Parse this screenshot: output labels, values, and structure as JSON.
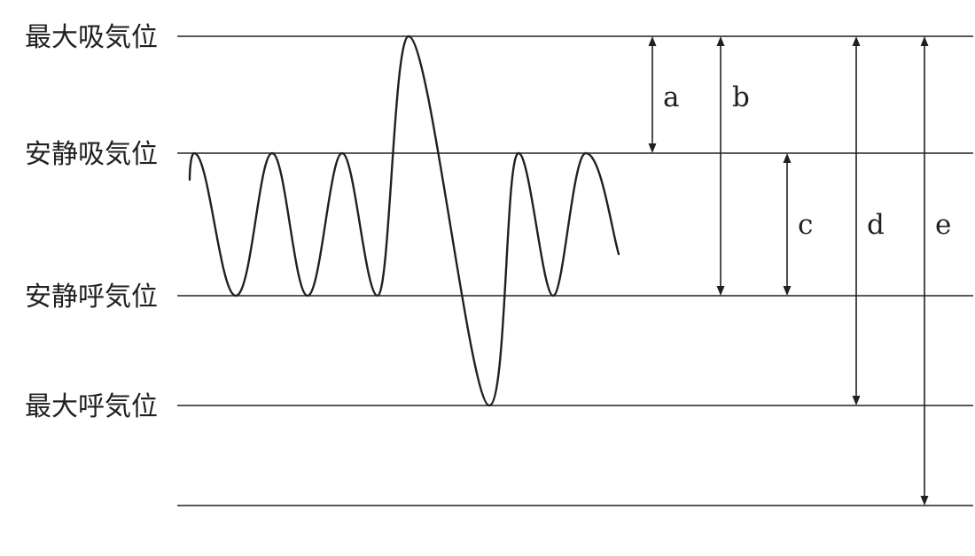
{
  "levels": [
    {
      "id": "max-inspiratory",
      "label": "最大吸気位"
    },
    {
      "id": "resting-inspiratory",
      "label": "安静吸気位"
    },
    {
      "id": "resting-expiratory",
      "label": "安静呼気位"
    },
    {
      "id": "max-expiratory",
      "label": "最大呼気位"
    },
    {
      "id": "zero",
      "label": ""
    }
  ],
  "arrows": [
    {
      "label": "a",
      "from": "max-inspiratory",
      "to": "resting-inspiratory"
    },
    {
      "label": "b",
      "from": "max-inspiratory",
      "to": "resting-expiratory"
    },
    {
      "label": "c",
      "from": "resting-inspiratory",
      "to": "resting-expiratory"
    },
    {
      "label": "d",
      "from": "max-inspiratory",
      "to": "max-expiratory"
    },
    {
      "label": "e",
      "from": "max-inspiratory",
      "to": "zero"
    }
  ],
  "colors": {
    "ink": "#231f20",
    "background": "#ffffff"
  }
}
